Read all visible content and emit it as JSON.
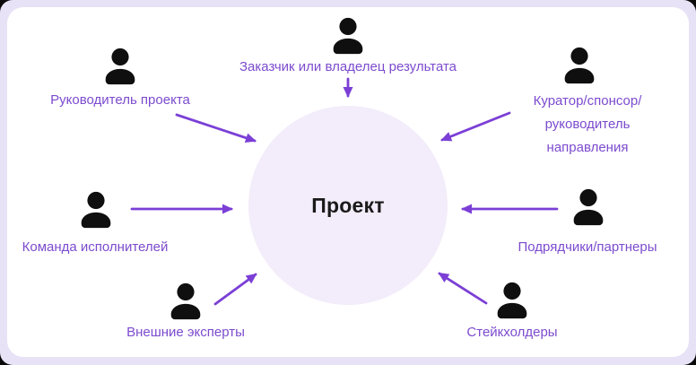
{
  "diagram": {
    "center": {
      "label": "Проект"
    },
    "actors": [
      {
        "id": "project-manager",
        "label": "Руководитель проекта",
        "icon": "person-icon"
      },
      {
        "id": "customer-owner",
        "label": "Заказчик или владелец результата",
        "icon": "person-icon"
      },
      {
        "id": "curator-sponsor",
        "label": "Куратор/спонсор/\nруководитель направления",
        "icon": "person-icon"
      },
      {
        "id": "team",
        "label": "Команда исполнителей",
        "icon": "person-icon"
      },
      {
        "id": "contractors",
        "label": "Подрядчики/партнеры",
        "icon": "person-icon"
      },
      {
        "id": "external-experts",
        "label": "Внешние эксперты",
        "icon": "person-icon"
      },
      {
        "id": "stakeholders",
        "label": "Стейкхолдеры",
        "icon": "person-icon"
      }
    ],
    "colors": {
      "frame_background": "#E7E2F5",
      "card_background": "#FFFFFF",
      "circle_fill": "#F3ECFA",
      "label_purple": "#7C4BCE",
      "arrow_purple": "#7B3FD6",
      "icon_black": "#0F0F0F",
      "center_text": "#1A1A1A"
    }
  }
}
